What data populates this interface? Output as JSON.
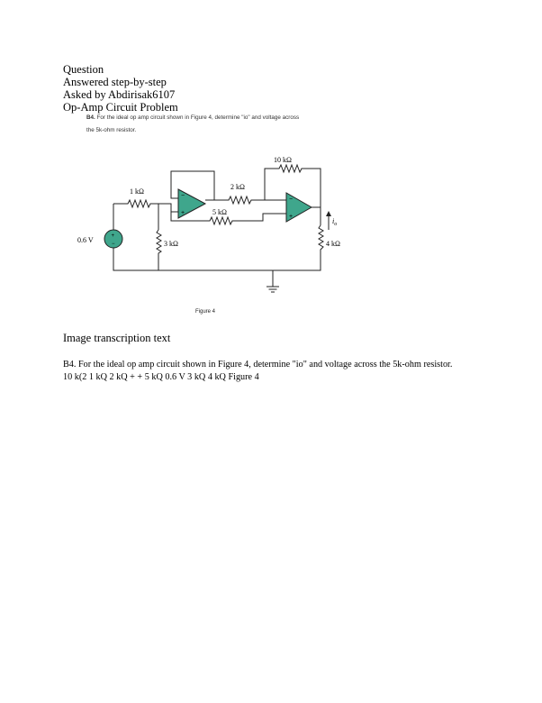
{
  "header": {
    "line1": "Question",
    "line2": "Answered step-by-step",
    "line3": "Asked by Abdirisak6107",
    "line4": "Op-Amp Circuit Problem"
  },
  "question_image": {
    "label": "B4.",
    "text_line1": "For the ideal op amp circuit shown in Figure 4, determine \"io\" and voltage across",
    "text_line2": "the 5k-ohm resistor.",
    "figure_caption": "Figure 4",
    "circuit_labels": {
      "r_10k": "10 kΩ",
      "r_1k": "1 kΩ",
      "r_2k": "2 kΩ",
      "r_5k": "5 kΩ",
      "r_3k": "3 kΩ",
      "r_4k": "4 kΩ",
      "source": "0.6 V",
      "current": "i",
      "current_sub": "o",
      "minus": "−",
      "plus": "+"
    }
  },
  "transcription": {
    "title": "Image transcription text",
    "body": "B4. For the ideal op amp circuit shown in Figure 4, determine \"io\" and voltage across the 5k-ohm resistor. 10 k(2 1 kQ 2 kQ + + 5 kQ 0.6 V 3 kQ 4 kQ Figure 4"
  },
  "colors": {
    "opamp_fill": "#3fa68c",
    "wire": "#222222"
  }
}
